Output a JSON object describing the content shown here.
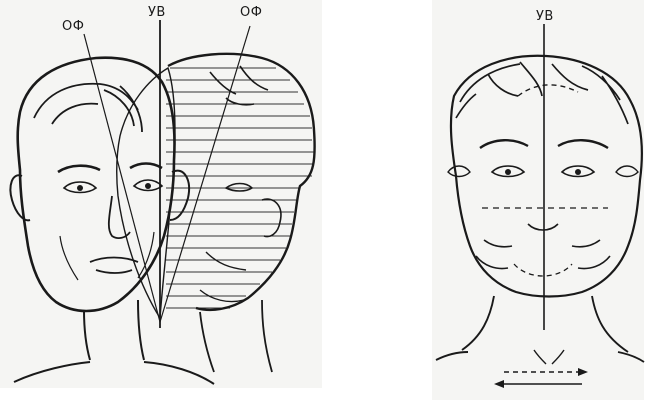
{
  "left_figure": {
    "label_axis": "УВ",
    "label_axis_left": "ОФ",
    "label_axis_right": "ОФ"
  },
  "right_figure": {
    "label_axis": "УВ"
  },
  "colors": {
    "ink": "#1a1a1a",
    "paper": "#f4f4f2",
    "background": "#ffffff"
  }
}
